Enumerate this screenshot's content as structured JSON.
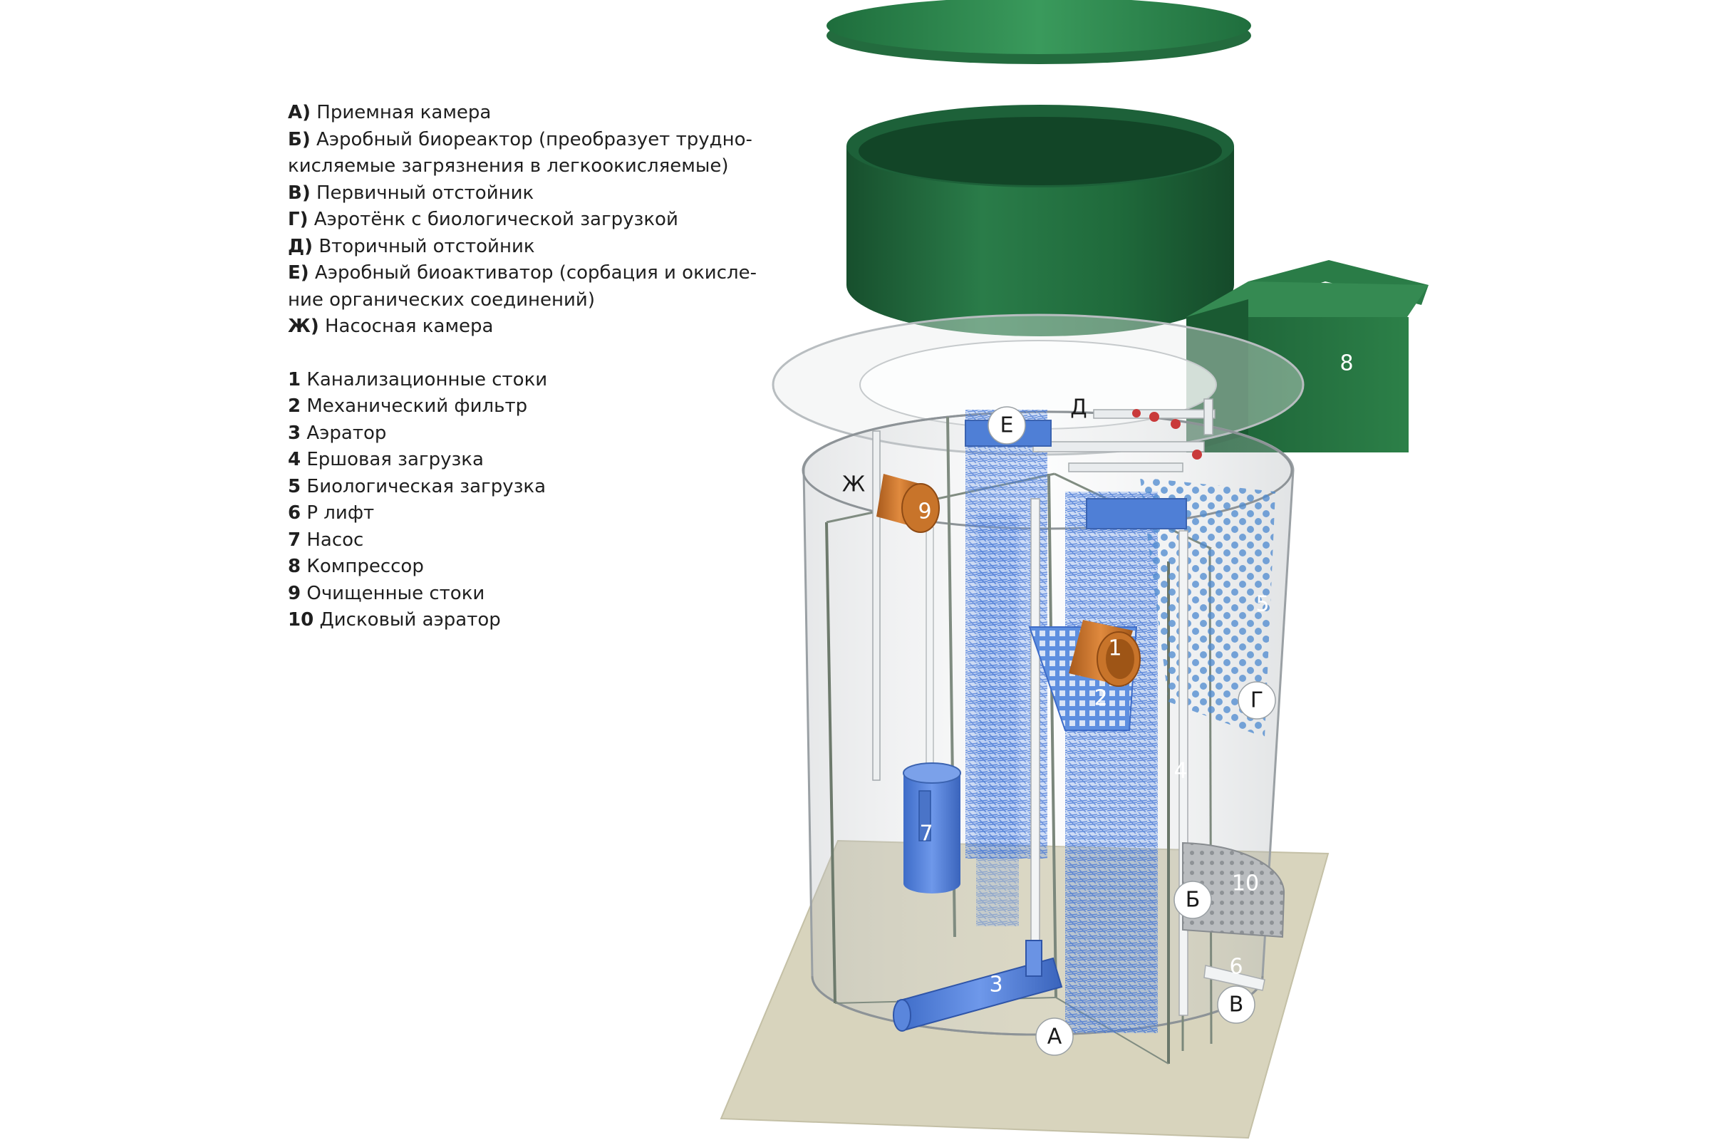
{
  "legend": {
    "zones": [
      {
        "key": "А)",
        "text": "Приемная камера"
      },
      {
        "key": "Б)",
        "text": "Аэробный биореактор (преобразует трудно-",
        "cont": "кисляемые загрязнения в легкоокисляемые)"
      },
      {
        "key": "В)",
        "text": "Первичный отстойник"
      },
      {
        "key": "Г)",
        "text": "Аэротёнк с биологической загрузкой"
      },
      {
        "key": "Д)",
        "text": "Вторичный отстойник"
      },
      {
        "key": "Е)",
        "text": "Аэробный биоактиватор (сорбация и окисле-",
        "cont": "ние органических соединений)"
      },
      {
        "key": "Ж)",
        "text": "Насосная камера"
      }
    ],
    "components": [
      {
        "key": "1",
        "text": "Канализационные стоки"
      },
      {
        "key": "2",
        "text": "Механический фильтр"
      },
      {
        "key": "3",
        "text": "Аэратор"
      },
      {
        "key": "4",
        "text": "Ершовая загрузка"
      },
      {
        "key": "5",
        "text": "Биологическая загрузка"
      },
      {
        "key": "6",
        "text": "Р лифт"
      },
      {
        "key": "7",
        "text": "Насос"
      },
      {
        "key": "8",
        "text": "Компрессор"
      },
      {
        "key": "9",
        "text": "Очищенные стоки"
      },
      {
        "key": "10",
        "text": "Дисковый аэратор"
      }
    ]
  },
  "callouts": {
    "A": "А",
    "B": "Б",
    "V": "В",
    "G": "Г",
    "D": "Д",
    "E": "Е",
    "ZH": "Ж",
    "n1": "1",
    "n2": "2",
    "n3": "3",
    "n4": "4",
    "n5": "5",
    "n6": "6",
    "n7": "7",
    "n8": "8",
    "n9": "9",
    "n10": "10"
  },
  "colors": {
    "lid_green": "#2f8a4e",
    "tank_green": "#1e6b3c",
    "base_beige": "#d8d4bd",
    "pipe_orange": "#c8742a",
    "equipment_blue": "#4f7fd6",
    "glass": "#c9ced2"
  }
}
